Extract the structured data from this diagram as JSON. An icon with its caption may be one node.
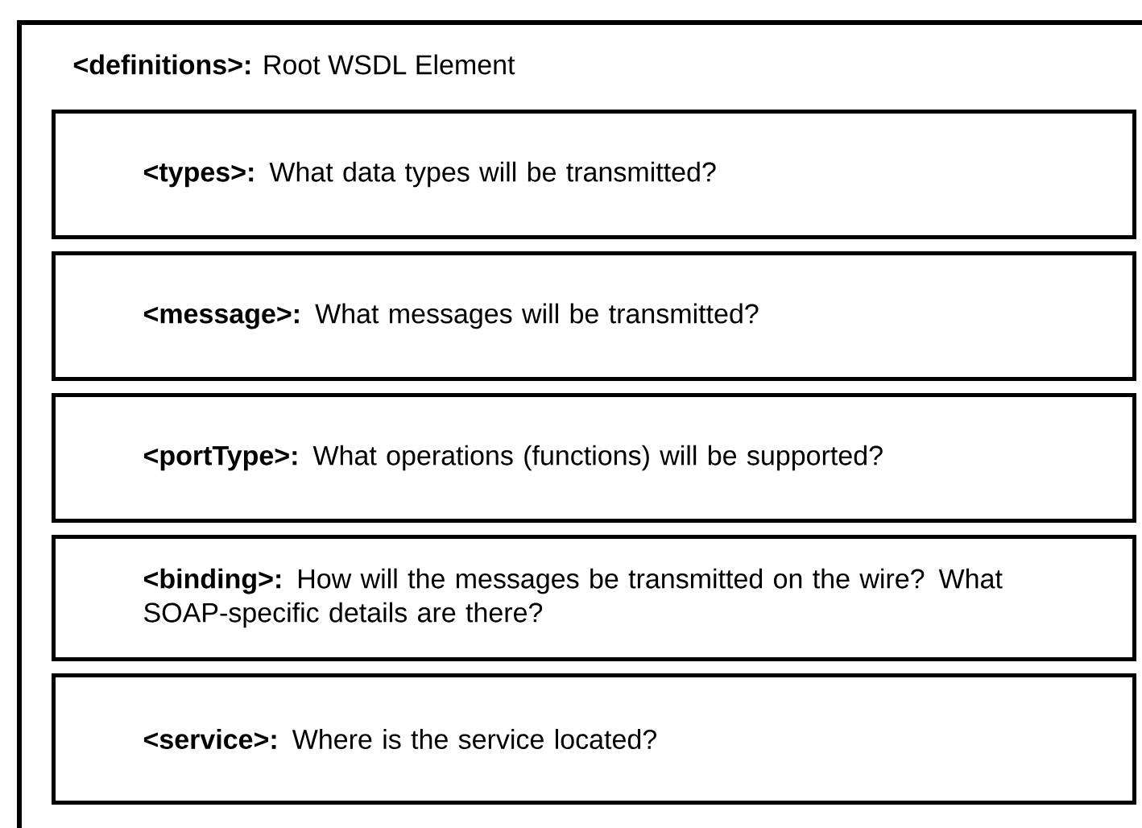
{
  "diagram": {
    "nodes": [
      {
        "text": [
          "**<definitions>:** Root WSDL Element"
        ]
      },
      {
        "text": [
          "**<types>:** What data types will be transmitted?"
        ],
        "in": 0
      },
      {
        "text": [
          "**<message>:** What messages will be transmitted?"
        ],
        "in": 0
      },
      {
        "text": [
          "**<portType>:** What operations (functions) will be supported?"
        ],
        "in": 0
      },
      {
        "text": [
          "**<binding>:** How will the messages be transmitted on the wire? What SOAP-specific details are there?"
        ],
        "in": 0
      },
      {
        "text": [
          "**<service>:** Where is the service located?"
        ],
        "in": 0
      }
    ]
  }
}
